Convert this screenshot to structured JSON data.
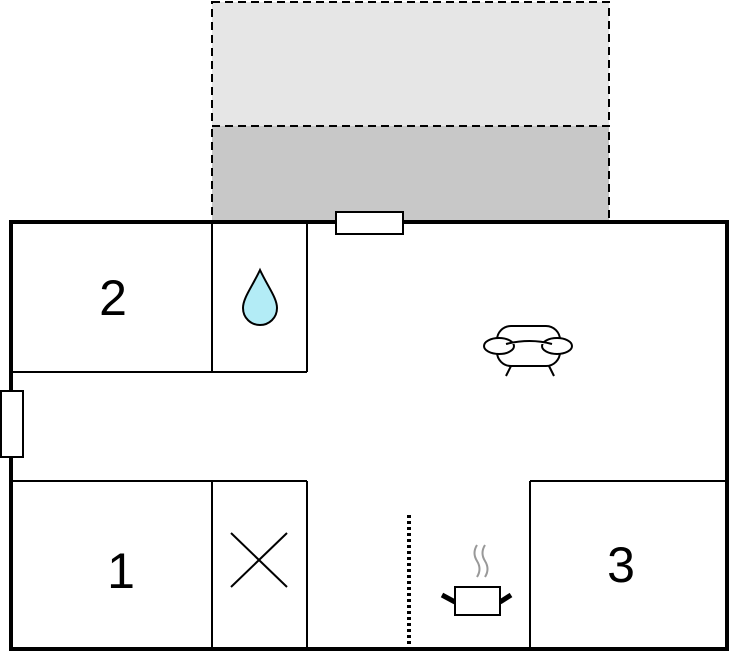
{
  "floorplan": {
    "rooms": [
      {
        "id": "bedroom-2",
        "label": "2"
      },
      {
        "id": "bedroom-1",
        "label": "1"
      },
      {
        "id": "bedroom-3",
        "label": "3"
      }
    ],
    "icons": {
      "bathroom": "water-drop-icon",
      "toilet": "cross-icon",
      "living": "sofa-icon",
      "kitchen": "cooking-pot-icon"
    },
    "colors": {
      "wall": "#000000",
      "terrace_outer": "#e6e6e6",
      "terrace_inner": "#c8c8c8",
      "water_drop": "#b3ecf6"
    }
  }
}
